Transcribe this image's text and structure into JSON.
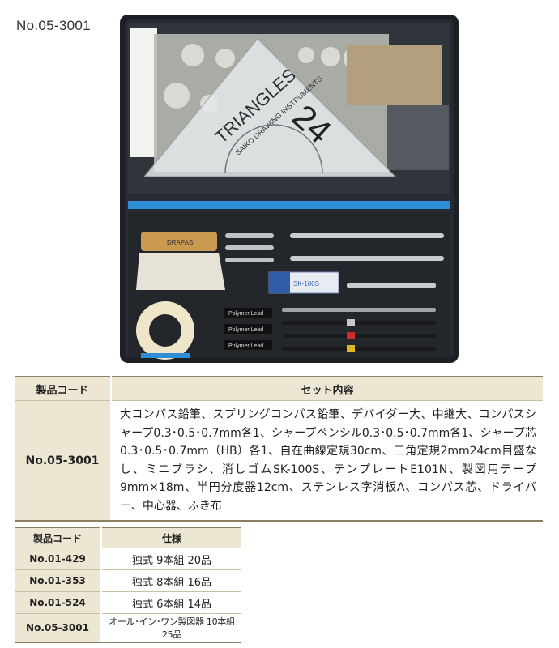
{
  "product_code": "No.05-3001",
  "photo": {
    "triangle_brand": "TRIANGLES",
    "triangle_sub": "SAIKO DRAWING INSTRUMENTS",
    "triangle_size": "24",
    "lead_label": "Polymer Lead",
    "eraser_label": "SK-100S",
    "brand_logo": "DRAPAS"
  },
  "set_table": {
    "header_code": "製品コード",
    "header_contents": "セット内容",
    "code": "No.05-3001",
    "contents": "大コンパス鉛筆、スプリングコンパス鉛筆、デバイダー大、中継大、コンパスシャープ0.3･0.5･0.7mm各1、シャープペンシル0.3･0.5･0.7mm各1、シャープ芯0.3･0.5･0.7mm（HB）各1、自在曲線定規30cm、三角定規2mm24cm目盛なし、ミニブラシ、消しゴムSK-100S、テンプレートE101N、製図用テープ9mm×18m、半円分度器12cm、ステンレス字消板A、コンパス芯、ドライバー、中心器、ふき布"
  },
  "spec_table": {
    "header_code": "製品コード",
    "header_spec": "仕様",
    "rows": [
      {
        "code": "No.01-429",
        "spec": "独式 9本組 20品"
      },
      {
        "code": "No.01-353",
        "spec": "独式 8本組 16品"
      },
      {
        "code": "No.01-524",
        "spec": "独式 6本組 14品"
      },
      {
        "code": "No.05-3001",
        "spec": "オール･イン･ワン製図器 10本組 25品"
      }
    ]
  }
}
